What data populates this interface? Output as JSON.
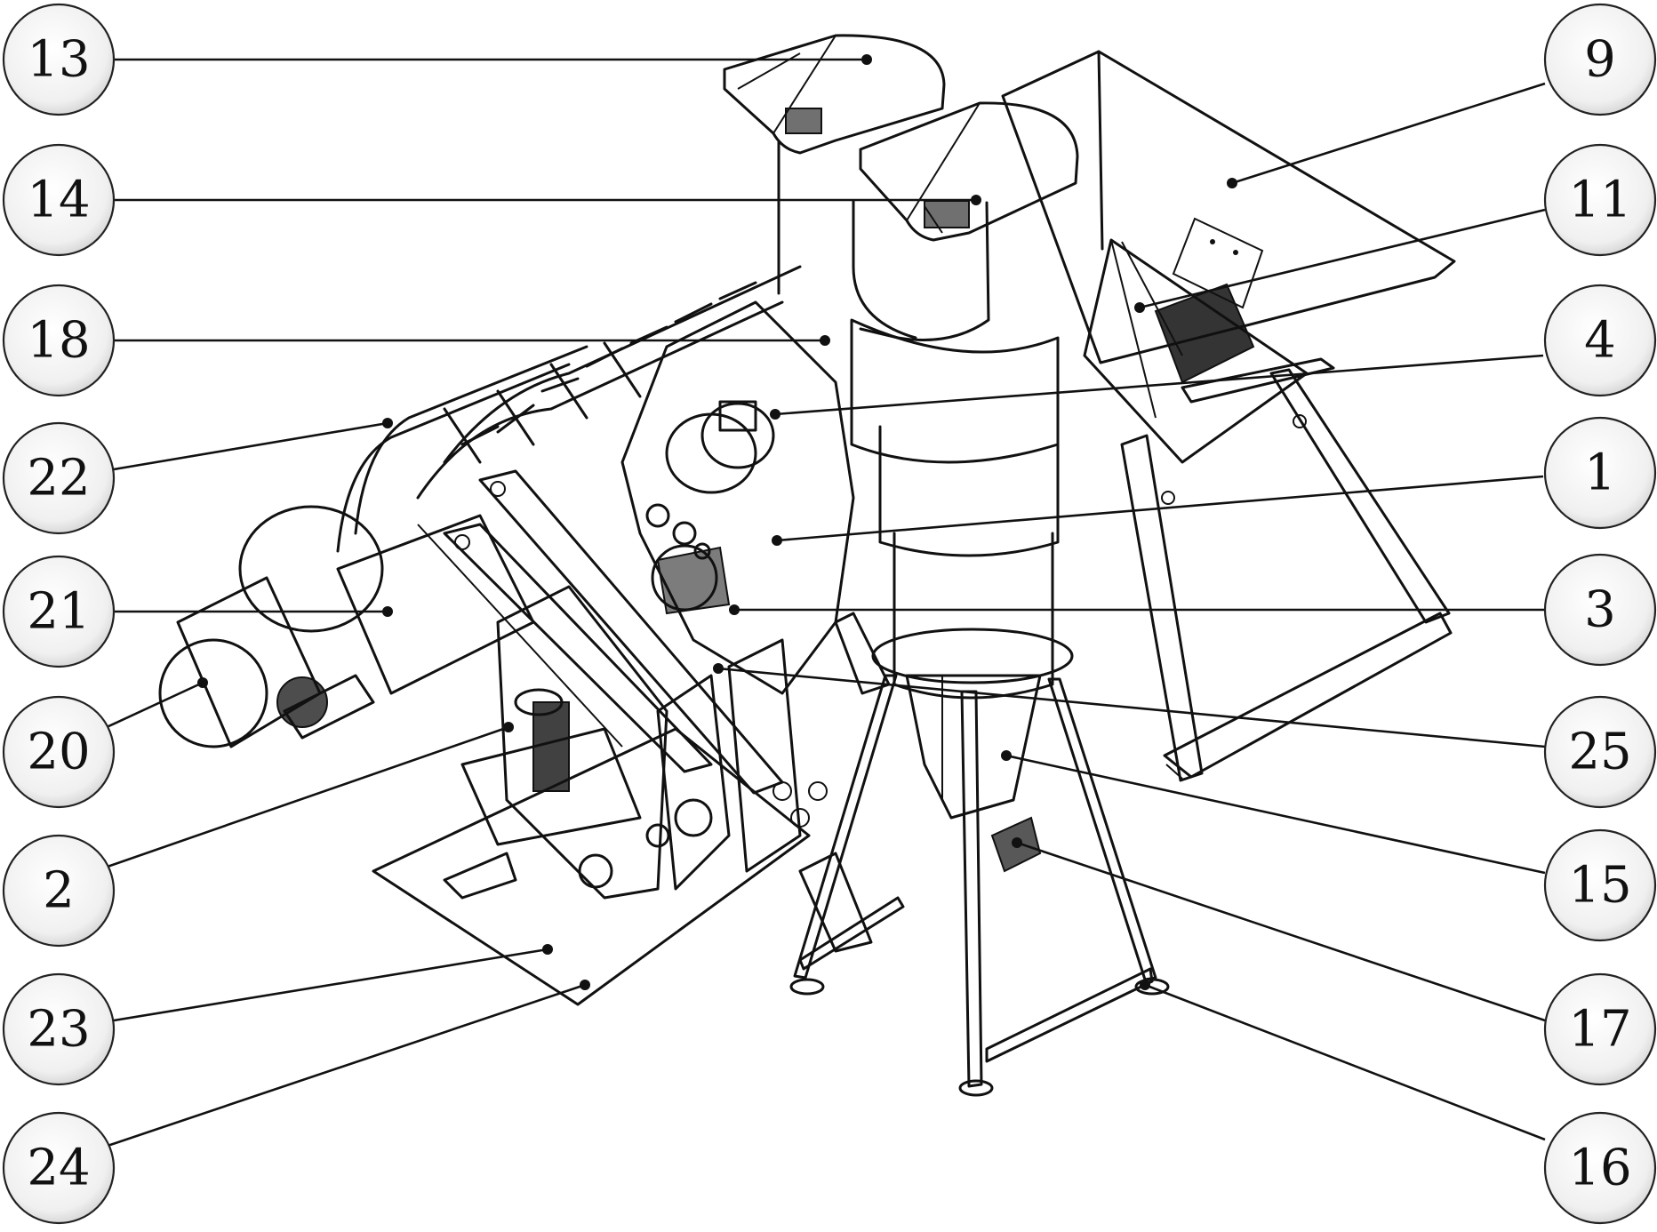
{
  "callouts": [
    {
      "number": "13",
      "side": "left"
    },
    {
      "number": "14",
      "side": "left"
    },
    {
      "number": "18",
      "side": "left"
    },
    {
      "number": "22",
      "side": "left"
    },
    {
      "number": "21",
      "side": "left"
    },
    {
      "number": "20",
      "side": "left"
    },
    {
      "number": "2",
      "side": "left"
    },
    {
      "number": "23",
      "side": "left"
    },
    {
      "number": "24",
      "side": "left"
    },
    {
      "number": "9",
      "side": "right"
    },
    {
      "number": "11",
      "side": "right"
    },
    {
      "number": "4",
      "side": "right"
    },
    {
      "number": "1",
      "side": "right"
    },
    {
      "number": "3",
      "side": "right"
    },
    {
      "number": "25",
      "side": "right"
    },
    {
      "number": "15",
      "side": "right"
    },
    {
      "number": "17",
      "side": "right"
    },
    {
      "number": "16",
      "side": "right"
    }
  ],
  "colors": {
    "line": "#111111",
    "bubble_fill": "#f1f1f1",
    "background": "#ffffff"
  }
}
